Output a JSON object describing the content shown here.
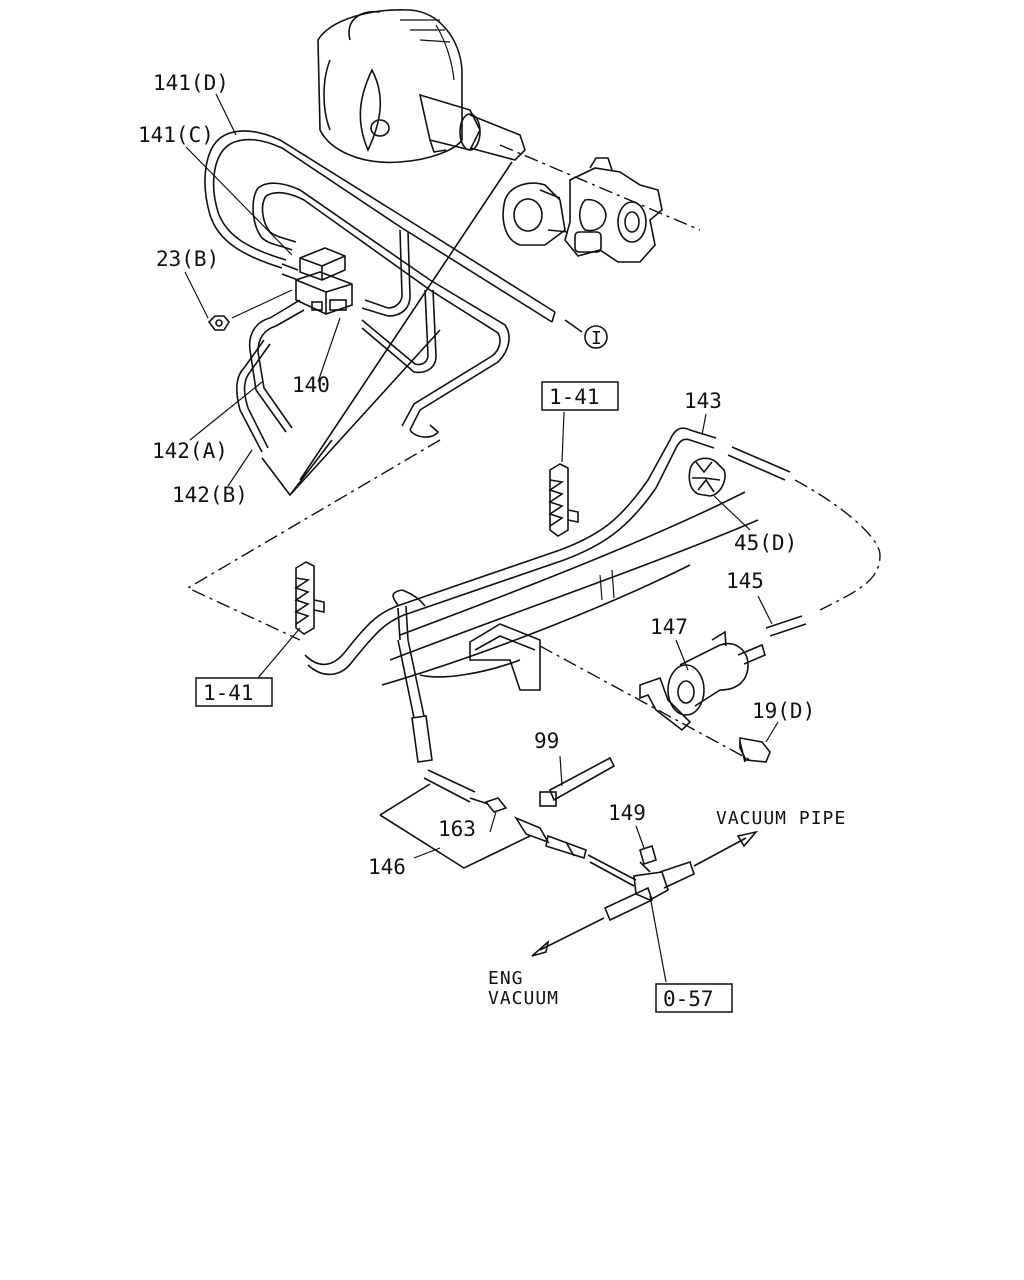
{
  "labels": {
    "p141d": "141(D)",
    "p141c": "141(C)",
    "p23b": "23(B)",
    "p140": "140",
    "p142a": "142(A)",
    "p142b": "142(B)",
    "p143": "143",
    "p45d": "45(D)",
    "p145": "145",
    "p147": "147",
    "p19d": "19(D)",
    "p99": "99",
    "p149": "149",
    "p163": "163",
    "p146": "146"
  },
  "references": {
    "ref_1_41_upper": "1-41",
    "ref_1_41_lower": "1-41",
    "ref_0_57": "0-57"
  },
  "connector_marker": "I",
  "directions": {
    "vacuum_pipe": "VACUUM PIPE",
    "eng_line1": "ENG",
    "eng_line2": "VACUUM"
  }
}
